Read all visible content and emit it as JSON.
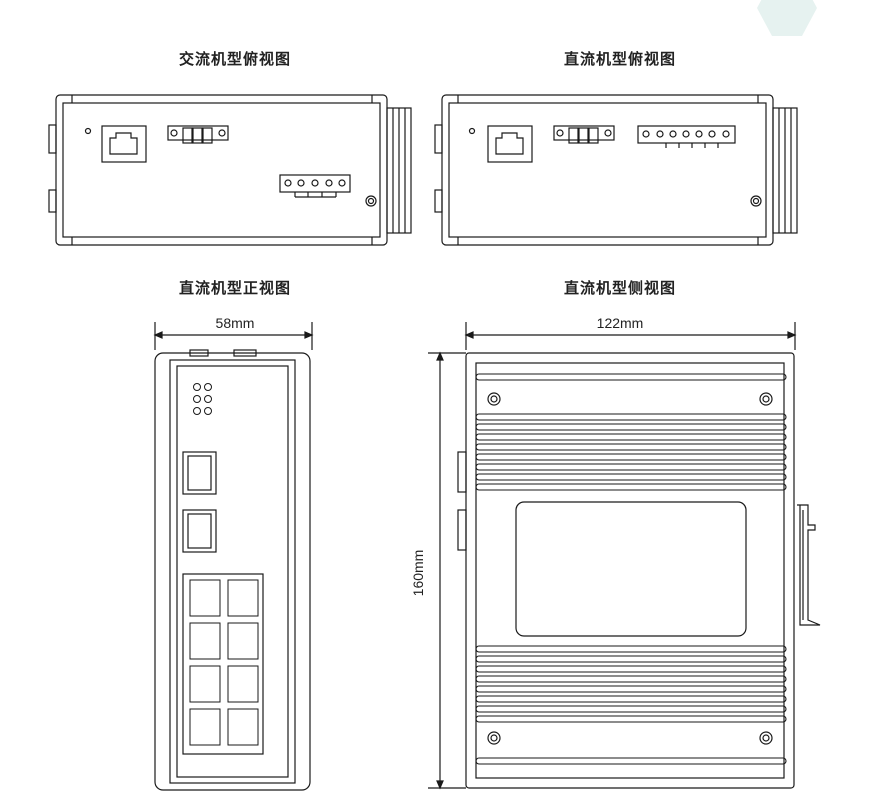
{
  "titles": {
    "ac_top": "交流机型俯视图",
    "dc_top": "直流机型俯视图",
    "dc_front": "直流机型正视图",
    "dc_side": "直流机型侧视图"
  },
  "dimensions": {
    "width": "58mm",
    "depth": "122mm",
    "height": "160mm"
  },
  "colors": {
    "line": "#1a1a1a",
    "accent_bg": "#e8f3f1"
  }
}
